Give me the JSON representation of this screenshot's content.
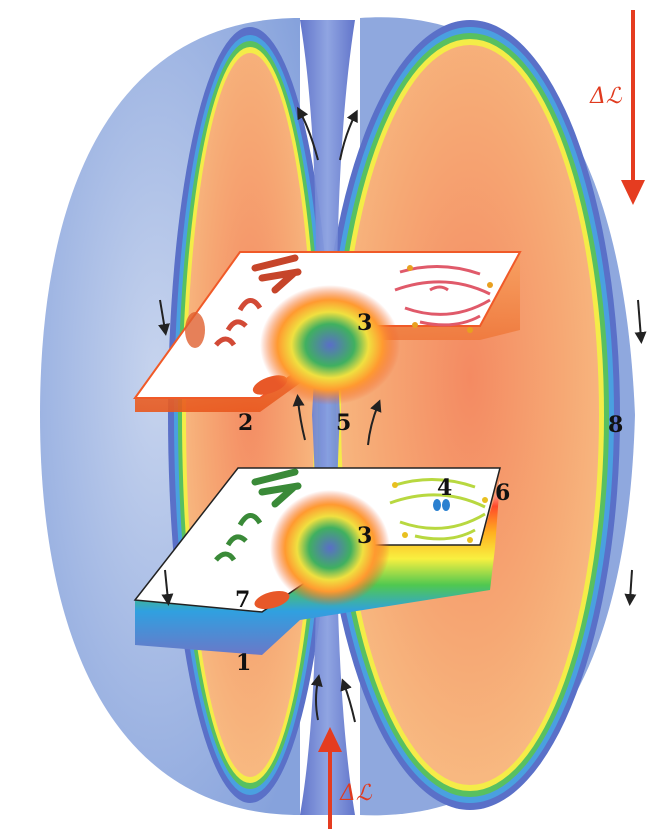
{
  "labels": {
    "n1": "1",
    "n2": "2",
    "n3a": "3",
    "n3b": "3",
    "n4": "4",
    "n5": "5",
    "n6": "6",
    "n7": "7",
    "n8": "8"
  },
  "delta_top": "Δℒ",
  "delta_bottom": "Δℒ",
  "colors": {
    "halo": "#9db6e6",
    "interior": "#f6a874",
    "arrow_red": "#e53c20",
    "cell_edge": "#f05a28"
  }
}
